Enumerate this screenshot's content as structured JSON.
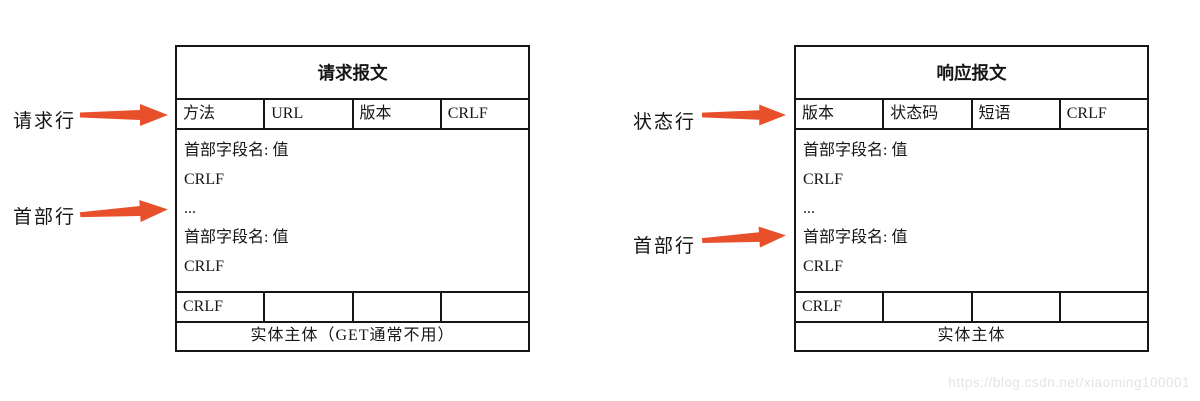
{
  "colors": {
    "arrow": "#e8502b",
    "border": "#161616",
    "watermark_text": "#e3e3e6"
  },
  "watermark": "https://blog.csdn.net/xiaoming100001",
  "request": {
    "title": "请求报文",
    "start_line_label": "请求行",
    "header_label": "首部行",
    "start_line_cells": [
      "方法",
      "URL",
      "版本",
      "CRLF"
    ],
    "header_lines": [
      "首部字段名: 值",
      "CRLF",
      "...",
      "首部字段名: 值",
      "CRLF"
    ],
    "crlf_cell": "CRLF",
    "body": "实体主体（GET通常不用）"
  },
  "response": {
    "title": "响应报文",
    "start_line_label": "状态行",
    "header_label": "首部行",
    "start_line_cells": [
      "版本",
      "状态码",
      "短语",
      "CRLF"
    ],
    "header_lines": [
      "首部字段名: 值",
      "CRLF",
      "...",
      "首部字段名: 值",
      "CRLF"
    ],
    "crlf_cell": "CRLF",
    "body": "实体主体"
  }
}
